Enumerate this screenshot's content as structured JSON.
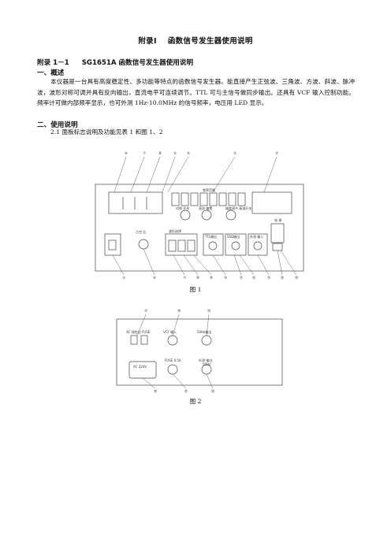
{
  "header": {
    "appendix": "附录Ⅰ",
    "title": "函数信号发生器使用说明"
  },
  "section": {
    "number": "附录 1－1",
    "title": "SG1651A 函数信号发生器使用说明"
  },
  "overview": {
    "heading": "一、概述",
    "body": "本仪器是一台具有高度稳定性、多功能等特点的函数信号发生器。能直接产生正弦波、三角波、方波、斜波、脉冲波，波形对称可调并具有反向输出，直流电平可连续调节。TTL 可与主信号做同步输出。还具有 VCF 输入控制功能。频率计可做内部频率显示，也可外测 1Hz-10.0MHz 的信号频率，电压用 LED 显示。"
  },
  "usage": {
    "heading": "二、使用说明",
    "item": "2.1 面板标志说明及功能见表 1 和图 1、2"
  },
  "figure1": {
    "caption": "图 1",
    "callouts_top": [
      "⑥",
      "⑦",
      "⑧",
      "⑤",
      "④",
      "②",
      "③"
    ],
    "callouts_bottom": [
      "①",
      "⑥",
      "⑦",
      "⑧",
      "⑨",
      "⑩",
      "⑪",
      "⑫",
      "⑬",
      "⑭",
      "⑮"
    ],
    "panel_labels": {
      "freq_range": "频率范围",
      "sym": "对称 开关",
      "dc_offset": "直流 偏置",
      "amp_att": "幅度调节\n衰减开关",
      "waveform": "波形选择",
      "power": "电 源",
      "ttl_out": "TTL输出",
      "output": "50Ω输出",
      "ext_in": "外测 输入",
      "duty": "占空 比"
    }
  },
  "figure2": {
    "caption": "图 2",
    "labels": {
      "fuse": "AC 保险丝 FUSE",
      "vcf_in": "VCF 输入",
      "ttl": "50Hz输出",
      "power_socket": "AC 220V",
      "fuse2": "FUSE 0.5A",
      "out2": "外测 输出",
      "out2b": "50Hz"
    },
    "callouts": [
      "②",
      "⑱",
      "⑲",
      "⑳",
      "㉑",
      "㉒"
    ]
  }
}
